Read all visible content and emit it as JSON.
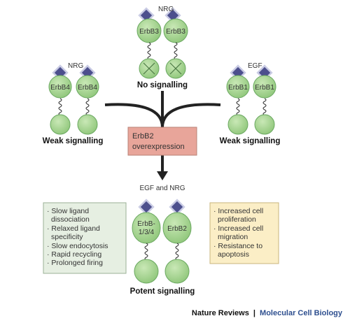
{
  "top_dimer": {
    "ligand_label": "NRG",
    "receptors": [
      "ErbB3",
      "ErbB3"
    ],
    "outcome": "No signalling"
  },
  "left_dimer": {
    "ligand_label": "NRG",
    "receptors": [
      "ErbB4",
      "ErbB4"
    ],
    "outcome": "Weak signalling"
  },
  "right_dimer": {
    "ligand_label": "EGF",
    "receptors": [
      "ErbB1",
      "ErbB1"
    ],
    "outcome": "Weak signalling"
  },
  "center_box": {
    "line1": "ErbB2",
    "line2": "overexpression"
  },
  "bottom_dimer": {
    "ligand_label": "EGF and NRG",
    "receptor_left": {
      "line1": "ErbB-",
      "line2": "1/3/4"
    },
    "receptor_right": "ErbB2",
    "outcome": "Potent signalling"
  },
  "left_box": {
    "items": [
      "· Slow ligand",
      "  dissociation",
      "· Relaxed ligand",
      "  specificity",
      "· Slow endocytosis",
      "· Rapid recycling",
      "· Prolonged firing"
    ]
  },
  "right_box": {
    "items": [
      "· Increased cell",
      "  proliferation",
      "· Increased cell",
      "  migration",
      "· Resistance to",
      "  apoptosis"
    ]
  },
  "footer": {
    "journal": "Nature Reviews",
    "separator": "|",
    "section": "Molecular Cell Biology"
  },
  "colors": {
    "receptor_fill": "#a8d592",
    "receptor_stroke": "#6aa860",
    "ligand_fill": "#4c4f8d",
    "ligand_stroke": "#c9cbe4",
    "center_box_fill": "#e8a59a",
    "left_box_fill": "#e6efe2",
    "right_box_fill": "#fbeec6",
    "footer_accent": "#2e4f8f"
  }
}
